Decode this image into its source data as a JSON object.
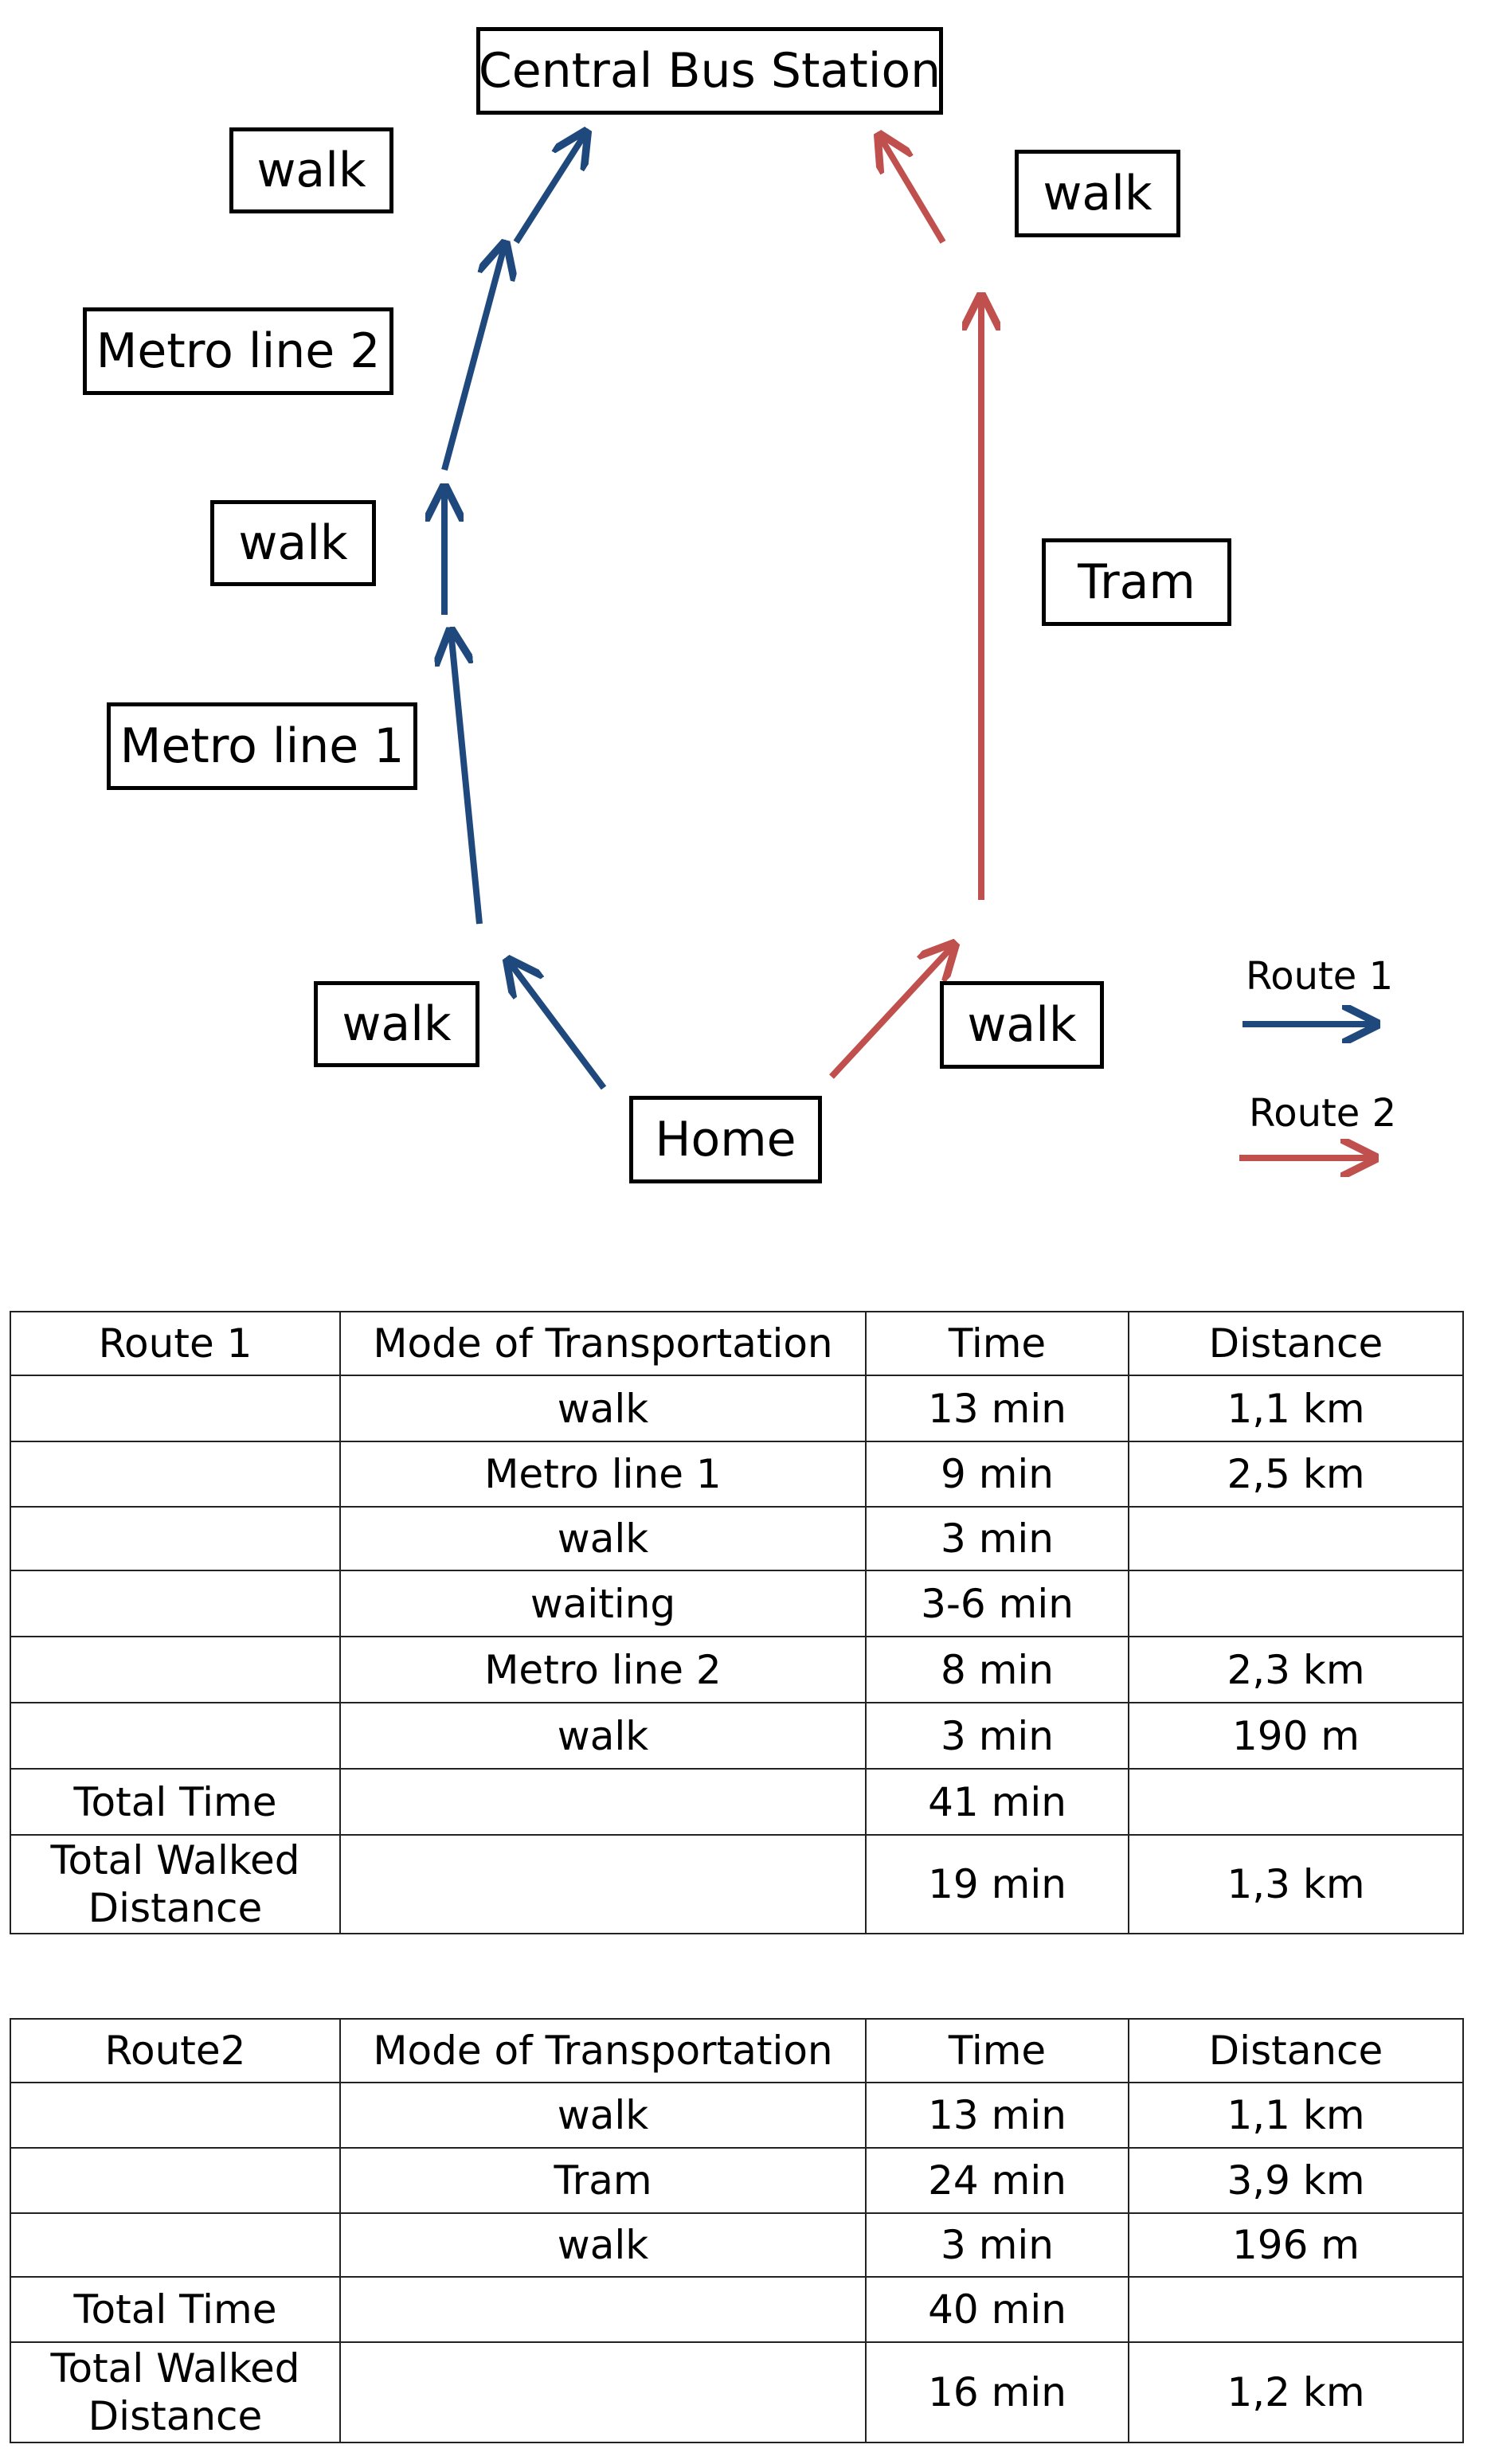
{
  "colors": {
    "route1": "#1f497d",
    "route2": "#c0504d"
  },
  "nodes": {
    "central": "Central Bus Station",
    "home": "Home"
  },
  "route1_labels": {
    "walk_top": "walk",
    "metro2": "Metro line 2",
    "walk_mid": "walk",
    "metro1": "Metro line 1",
    "walk_bottom": "walk"
  },
  "route2_labels": {
    "walk_top": "walk",
    "tram": "Tram",
    "walk_bottom": "walk"
  },
  "legend": {
    "route1": "Route 1",
    "route2": "Route 2"
  },
  "table1": {
    "header": [
      "Route 1",
      "Mode of Transportation",
      "Time",
      "Distance"
    ],
    "rows": [
      [
        "",
        "walk",
        "13 min",
        "1,1 km"
      ],
      [
        "",
        "Metro line 1",
        "9 min",
        "2,5 km"
      ],
      [
        "",
        "walk",
        "3 min",
        ""
      ],
      [
        "",
        "waiting",
        "3-6 min",
        ""
      ],
      [
        "",
        "Metro line 2",
        "8 min",
        "2,3 km"
      ],
      [
        "",
        "walk",
        "3 min",
        "190 m"
      ],
      [
        "Total Time",
        "",
        "41 min",
        ""
      ],
      [
        "Total Walked Distance",
        "",
        "19 min",
        "1,3 km"
      ]
    ]
  },
  "table2": {
    "header": [
      "Route2",
      "Mode of Transportation",
      "Time",
      "Distance"
    ],
    "rows": [
      [
        "",
        "walk",
        "13 min",
        "1,1 km"
      ],
      [
        "",
        "Tram",
        "24 min",
        "3,9 km"
      ],
      [
        "",
        "walk",
        "3 min",
        "196 m"
      ],
      [
        "Total Time",
        "",
        "40 min",
        ""
      ],
      [
        "Total Walked Distance",
        "",
        "16 min",
        "1,2 km"
      ]
    ]
  }
}
